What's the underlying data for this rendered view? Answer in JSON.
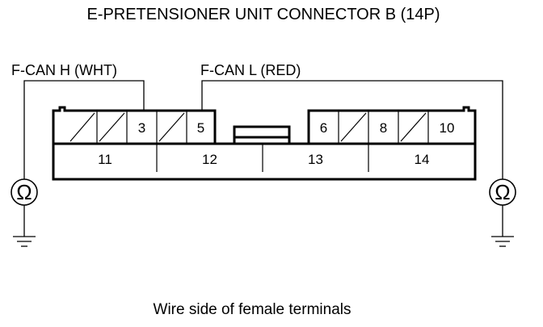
{
  "diagram": {
    "title": "E-PRETENSIONER UNIT CONNECTOR B (14P)",
    "caption": "Wire side of female terminals",
    "wire_labels": {
      "fcan_h": "F-CAN H (WHT)",
      "fcan_l": "F-CAN L (RED)"
    },
    "top_pins": [
      {
        "label": "",
        "empty": true
      },
      {
        "label": "",
        "empty": true
      },
      {
        "label": "3",
        "empty": false
      },
      {
        "label": "",
        "empty": true
      },
      {
        "label": "5",
        "empty": false
      },
      {
        "label": "6",
        "empty": false
      },
      {
        "label": "",
        "empty": true
      },
      {
        "label": "8",
        "empty": false
      },
      {
        "label": "",
        "empty": true
      },
      {
        "label": "10",
        "empty": false
      }
    ],
    "bottom_pins": [
      "11",
      "12",
      "13",
      "14"
    ],
    "meter_symbol": "Ω",
    "meter_icon": "ohmmeter-icon",
    "ground_icon": "ground-icon"
  }
}
